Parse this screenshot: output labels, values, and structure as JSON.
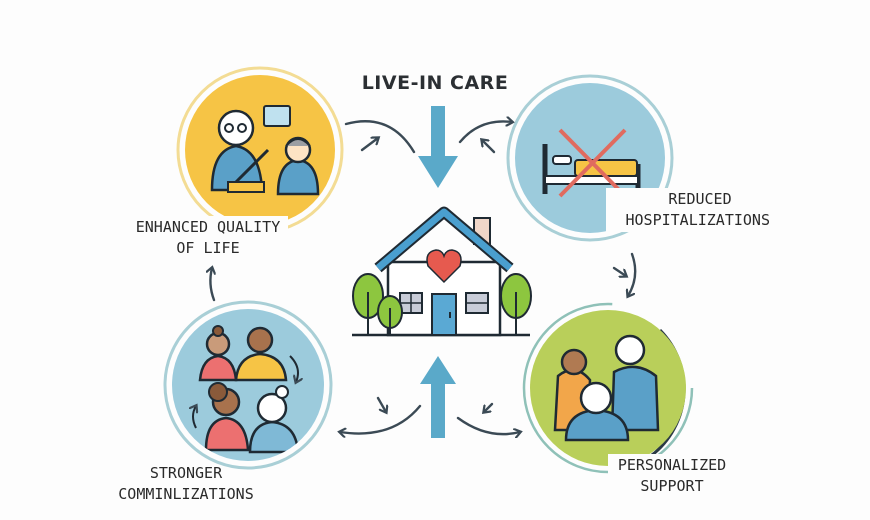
{
  "title": "LIVE-IN CARE",
  "center": {
    "icon": "house-with-heart-icon"
  },
  "nodes": [
    {
      "id": "quality",
      "label_line1": "ENHANCED QUALITY",
      "label_line2": "OF LIFE",
      "icon": "elder-and-child-icon",
      "color": "#f6c445"
    },
    {
      "id": "hospital",
      "label_line1": "REDUCED",
      "label_line2": "HOSPITALIZATIONS",
      "icon": "crossed-out-bed-icon",
      "color": "#9ccbdc"
    },
    {
      "id": "support",
      "label_line1": "PERSONALIZED",
      "label_line2": "SUPPORT",
      "icon": "caregivers-with-elder-icon",
      "color": "#b9cf5a"
    },
    {
      "id": "community",
      "label_line1": "STRONGER",
      "label_line2": "COMMINLIZATIONS",
      "icon": "family-generations-icon",
      "color": "#9ccbdc"
    }
  ],
  "colors": {
    "arrow_blue": "#5aa9c9",
    "curve_arrow": "#3b4a55",
    "outline": "#1f2a33",
    "heart": "#e65a4f",
    "tree": "#8dc63f",
    "roof": "#4a9fcf",
    "x_mark": "#e06b5f"
  }
}
